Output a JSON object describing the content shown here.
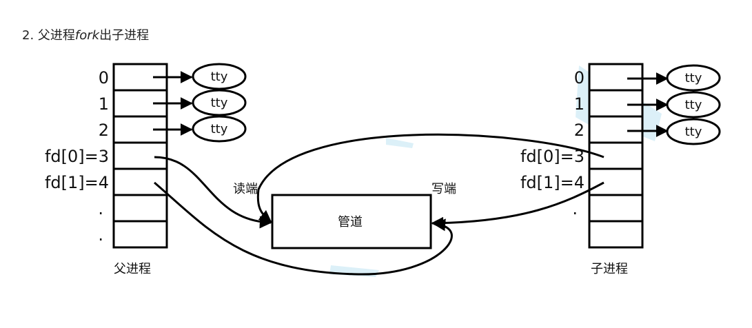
{
  "title": {
    "prefix": "2. 父进程",
    "italic": "fork",
    "suffix": "出子进程"
  },
  "parent": {
    "label": "父进程",
    "indices": [
      "0",
      "1",
      "2",
      "fd[0]=3",
      "fd[1]=4",
      ".",
      "."
    ]
  },
  "child": {
    "label": "子进程",
    "indices": [
      "0",
      "1",
      "2",
      "fd[0]=3",
      "fd[1]=4",
      "."
    ]
  },
  "tty_label": "tty",
  "pipe": {
    "label": "管道",
    "read_end": "读端",
    "write_end": "写端"
  },
  "colors": {
    "stroke": "#000000",
    "watermark": "#bfe3f2"
  }
}
